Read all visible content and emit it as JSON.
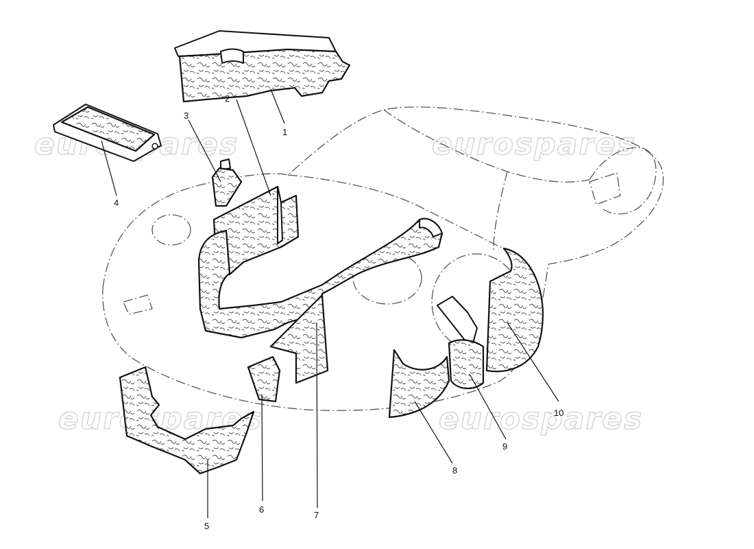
{
  "watermark": {
    "text": "eurospares"
  },
  "callouts": [
    {
      "id": "1",
      "label": "1"
    },
    {
      "id": "2",
      "label": "2"
    },
    {
      "id": "3",
      "label": "3"
    },
    {
      "id": "4",
      "label": "4"
    },
    {
      "id": "5",
      "label": "5"
    },
    {
      "id": "6",
      "label": "6"
    },
    {
      "id": "7",
      "label": "7"
    },
    {
      "id": "8",
      "label": "8"
    },
    {
      "id": "9",
      "label": "9"
    },
    {
      "id": "10",
      "label": "10"
    }
  ],
  "colors": {
    "line": "#111111",
    "watermark": "#d8d8d8",
    "background": "#ffffff"
  }
}
